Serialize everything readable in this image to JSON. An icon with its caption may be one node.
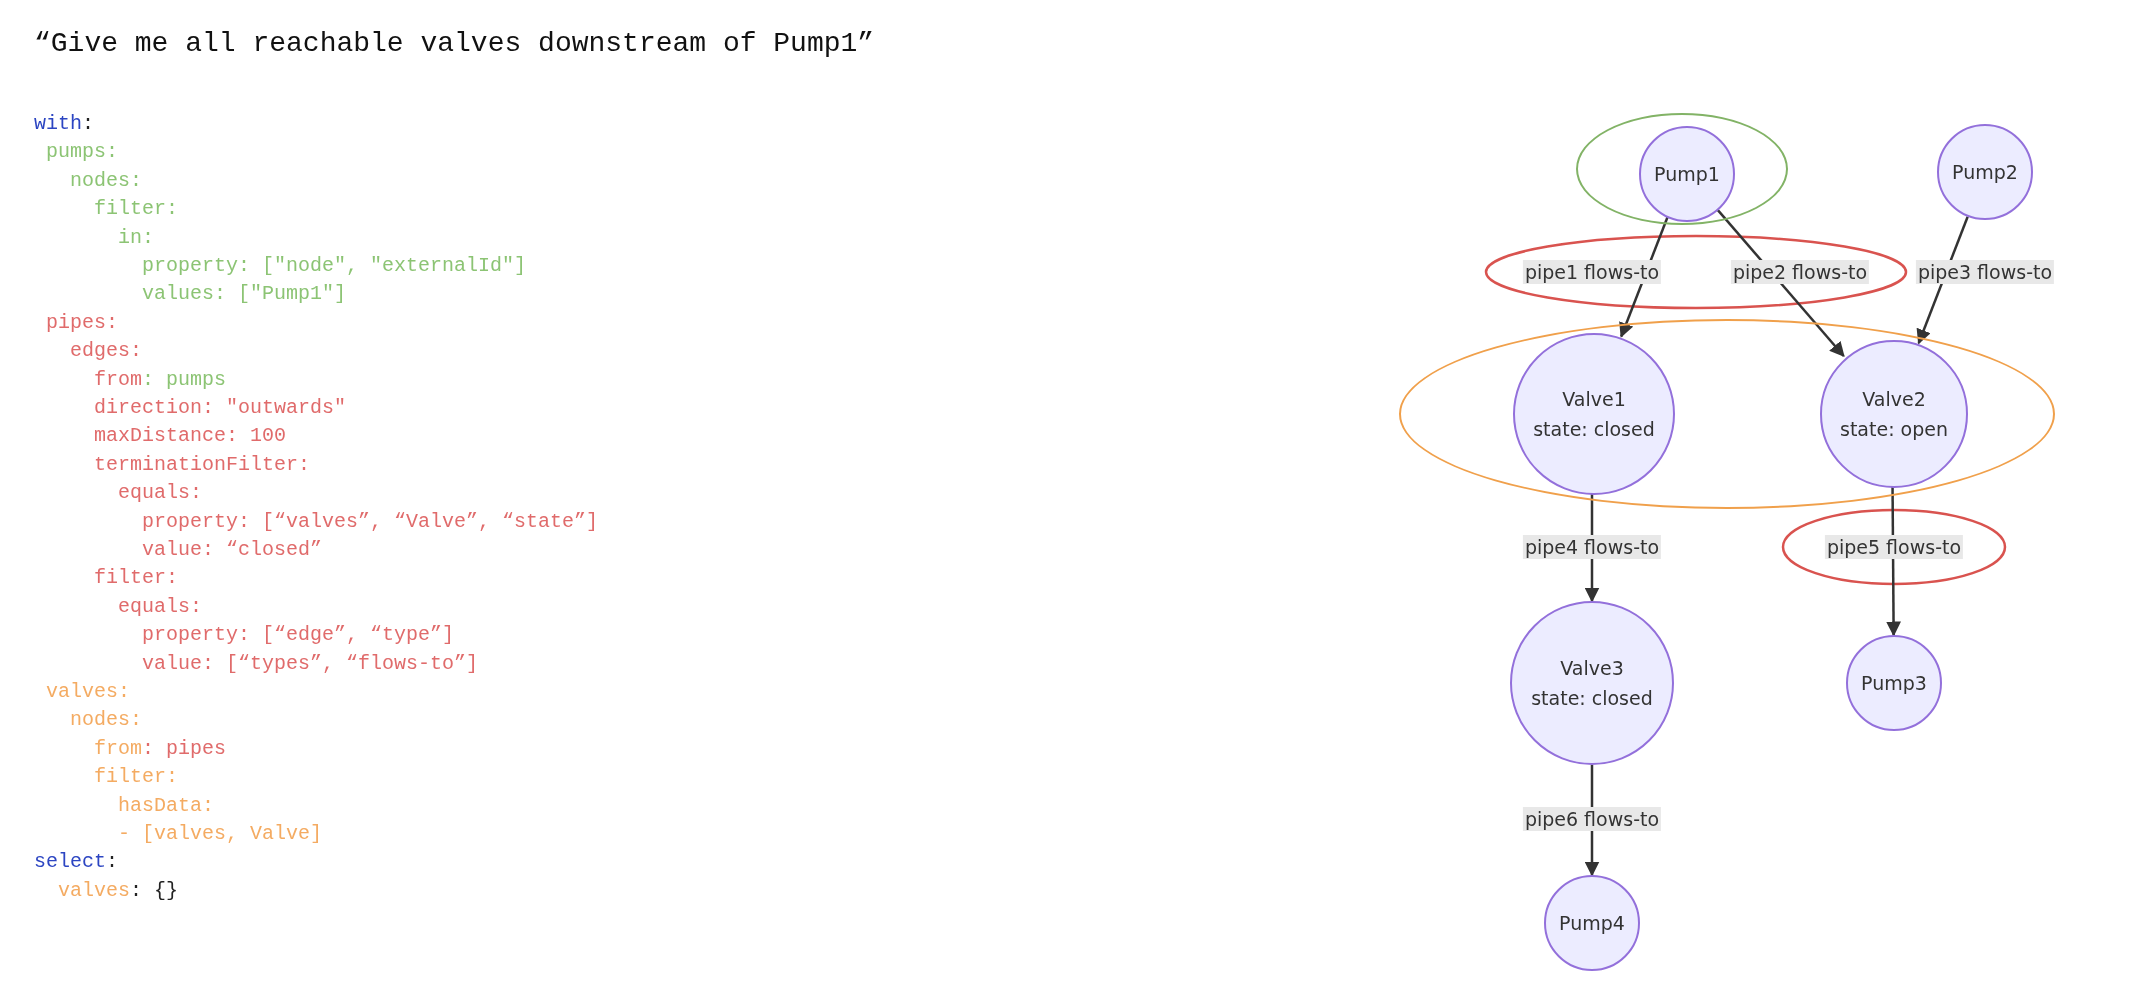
{
  "diagram": {
    "title": "“Give me all reachable valves downstream of Pump1”",
    "nodes": [
      {
        "text": [],
        "shape": "ellipse"
      },
      {
        "text": [
          "Pump1"
        ],
        "in": 0
      },
      {
        "text": [
          "Pump2"
        ]
      },
      {
        "text": [],
        "shape": "ellipse"
      },
      {
        "text": [
          "Valve1",
          "state: closed"
        ],
        "in": 3
      },
      {
        "text": [
          "Valve2",
          "state: open"
        ],
        "in": 3
      },
      {
        "text": [
          "Valve3",
          "state: closed"
        ]
      },
      {
        "text": [
          "Pump3"
        ]
      },
      {
        "text": [
          "Pump4"
        ]
      }
    ],
    "edges": [
      {
        "from": 1,
        "to": 4,
        "arrow": "to",
        "label": "pipe1 flows-to"
      },
      {
        "from": 1,
        "to": 5,
        "arrow": "to",
        "label": "pipe2 flows-to"
      },
      {
        "from": 2,
        "to": 5,
        "arrow": "to",
        "label": "pipe3 flows-to"
      },
      {
        "from": 4,
        "to": 6,
        "arrow": "to",
        "label": "pipe4 flows-to"
      },
      {
        "from": 5,
        "to": 7,
        "arrow": "to",
        "label": "pipe5 flows-to"
      },
      {
        "from": 6,
        "to": 8,
        "arrow": "to",
        "label": "pipe6 flows-to"
      }
    ],
    "labels": [
      "with:",
      "pumps:",
      "nodes:",
      "filter:",
      "in:",
      "property: [\"node\", \"externalId\"]",
      "values: [\"Pump1\"]",
      "pipes:",
      "edges:",
      "from: pumps",
      "direction: \"outwards\"",
      "maxDistance: 100",
      "terminationFilter:",
      "equals:",
      "property: [“valves”, “Valve”, “state”]",
      "value: “closed”",
      "filter:",
      "equals:",
      "property: [“edge”, “type”]",
      "value: [“types”, “flows-to”]",
      "valves:",
      "nodes:",
      "from: pipes",
      "filter:",
      "hasData:",
      "- [valves, Valve]",
      "select:",
      "valves: {}"
    ]
  }
}
